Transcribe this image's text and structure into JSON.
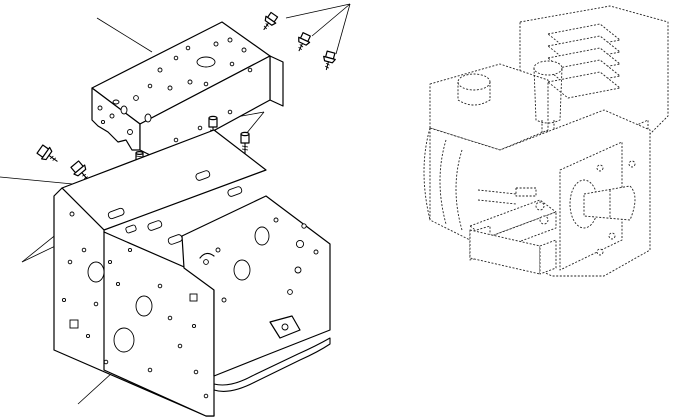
{
  "figure": {
    "kind": "exploded-parts-illustration",
    "labels": []
  },
  "parts": [
    {
      "name": "upper-bracket"
    },
    {
      "name": "frame-side-plate"
    },
    {
      "name": "frame-rear-plate"
    },
    {
      "name": "handle-rod"
    },
    {
      "name": "flange-screws"
    },
    {
      "name": "mounting-studs"
    },
    {
      "name": "engine-phantom"
    }
  ],
  "colors": {
    "line": "#000000",
    "background": "#ffffff"
  }
}
